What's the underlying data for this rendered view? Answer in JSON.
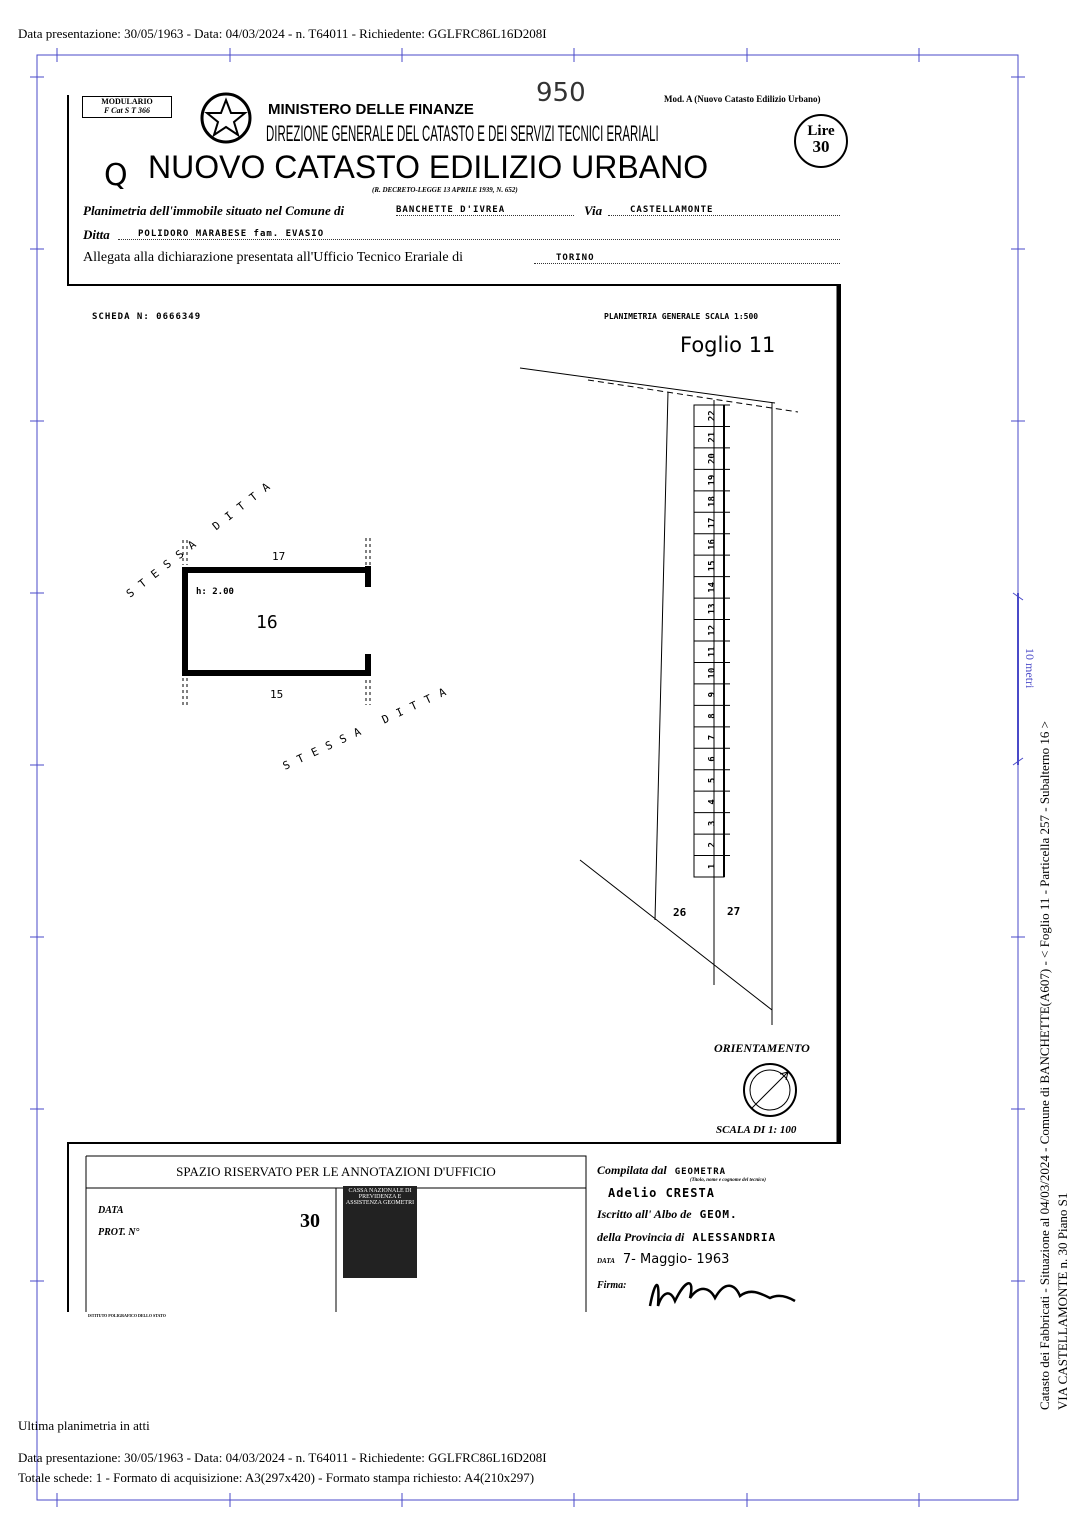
{
  "top_header": "Data presentazione: 30/05/1963 - Data: 04/03/2024 - n. T64011 - Richiedente: GGLFRC86L16D208I",
  "form": {
    "modulario": "MODULARIO",
    "modulario_code": "F  Cat S T   366",
    "mod_a": "Mod. A (Nuovo Catasto Edilizio Urbano)",
    "handwritten_number": "950",
    "ministry": "MINISTERO DELLE FINANZE",
    "direction": "DIREZIONE GENERALE DEL CATASTO E DEI SERVIZI TECNICI ERARIALI",
    "stamp_lire": "Lire",
    "stamp_value": "30",
    "handwritten_mark": "Q",
    "title": "NUOVO CATASTO EDILIZIO URBANO",
    "decree": "(R. DECRETO-LEGGE 13 APRILE 1939, N. 652)",
    "comune_label": "Planimetria dell'immobile situato nel Comune di",
    "comune_value": "BANCHETTE  D'IVREA",
    "via_label": "Via",
    "via_value": "CASTELLAMONTE",
    "ditta_label": "Ditta",
    "ditta_value": "POLIDORO MARABESE  fam. EVASIO",
    "ufficio_label": "Allegata alla dichiarazione presentata all'Ufficio Tecnico Erariale di",
    "ufficio_value": "TORINO"
  },
  "plan": {
    "scheda": "SCHEDA  N: 0666349",
    "planimetria_generale": "PLANIMETRIA GENERALE  SCALA 1:500",
    "foglio": "Foglio 11",
    "stessa_ditta_top": "STESSA DITTA",
    "stessa_ditta_bottom": "STESSA DITTA",
    "room_number": "16",
    "room_height": "h: 2.00",
    "neighbor_top": "17",
    "neighbor_bottom": "15",
    "garages": [
      "1",
      "2",
      "3",
      "4",
      "5",
      "6",
      "7",
      "8",
      "9",
      "10",
      "11",
      "12",
      "13",
      "14",
      "15",
      "16",
      "17",
      "18",
      "19",
      "20",
      "21",
      "22"
    ],
    "parcel_left": "26",
    "parcel_right": "27",
    "orientamento": "ORIENTAMENTO",
    "scala": "SCALA DI 1: 100"
  },
  "bottom": {
    "annotazioni": "SPAZIO RISERVATO PER LE ANNOTAZIONI D'UFFICIO",
    "data_label": "DATA",
    "prot_label": "PROT. N°",
    "stamp_text": "CASSA NAZIONALE DI PREVIDENZA E ASSISTENZA GEOMETRI",
    "stamp_number": "30",
    "printer": "ISTITUTO POLIGRAFICO DELLO STATO",
    "compilata_label": "Compilata dal",
    "compilata_value": "GEOMETRA",
    "titolo_hint": "(Titolo, nome e cognome del tecnico)",
    "tecnico": "Adelio  CRESTA",
    "albo_label": "Iscritto all' Albo de",
    "albo_value": "GEOM.",
    "provincia_label": "della Provincia di",
    "provincia_value": "ALESSANDRIA",
    "data_sign_label": "DATA",
    "data_sign_value": "7- Maggio- 1963",
    "firma_label": "Firma:"
  },
  "scale_bar_label": "10 metri",
  "side_text": {
    "line1": "Catasto dei Fabbricati - Situazione al 04/03/2024 - Comune di BANCHETTE(A607) - < Foglio 11 - Particella  257 - Subalterno 16 >",
    "line2": "VIA CASTELLAMONTE n. 30 Piano S1"
  },
  "footer": {
    "ultima": "Ultima planimetria in atti",
    "line1": "Data presentazione: 30/05/1963 - Data: 04/03/2024 - n. T64011 - Richiedente: GGLFRC86L16D208I",
    "line2": "Totale schede: 1 - Formato di acquisizione: A3(297x420)  - Formato stampa richiesto: A4(210x297)"
  },
  "colors": {
    "frame": "#4a4ac8",
    "ink": "#000000"
  }
}
